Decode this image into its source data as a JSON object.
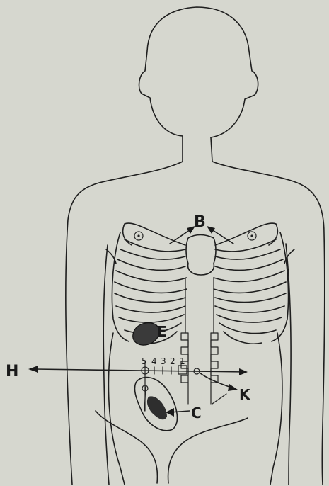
{
  "labels": {
    "b": "B",
    "e": "E",
    "h": "H",
    "k": "K",
    "c": "C"
  },
  "scale_numbers": [
    "5",
    "4",
    "3",
    "2",
    "1"
  ]
}
